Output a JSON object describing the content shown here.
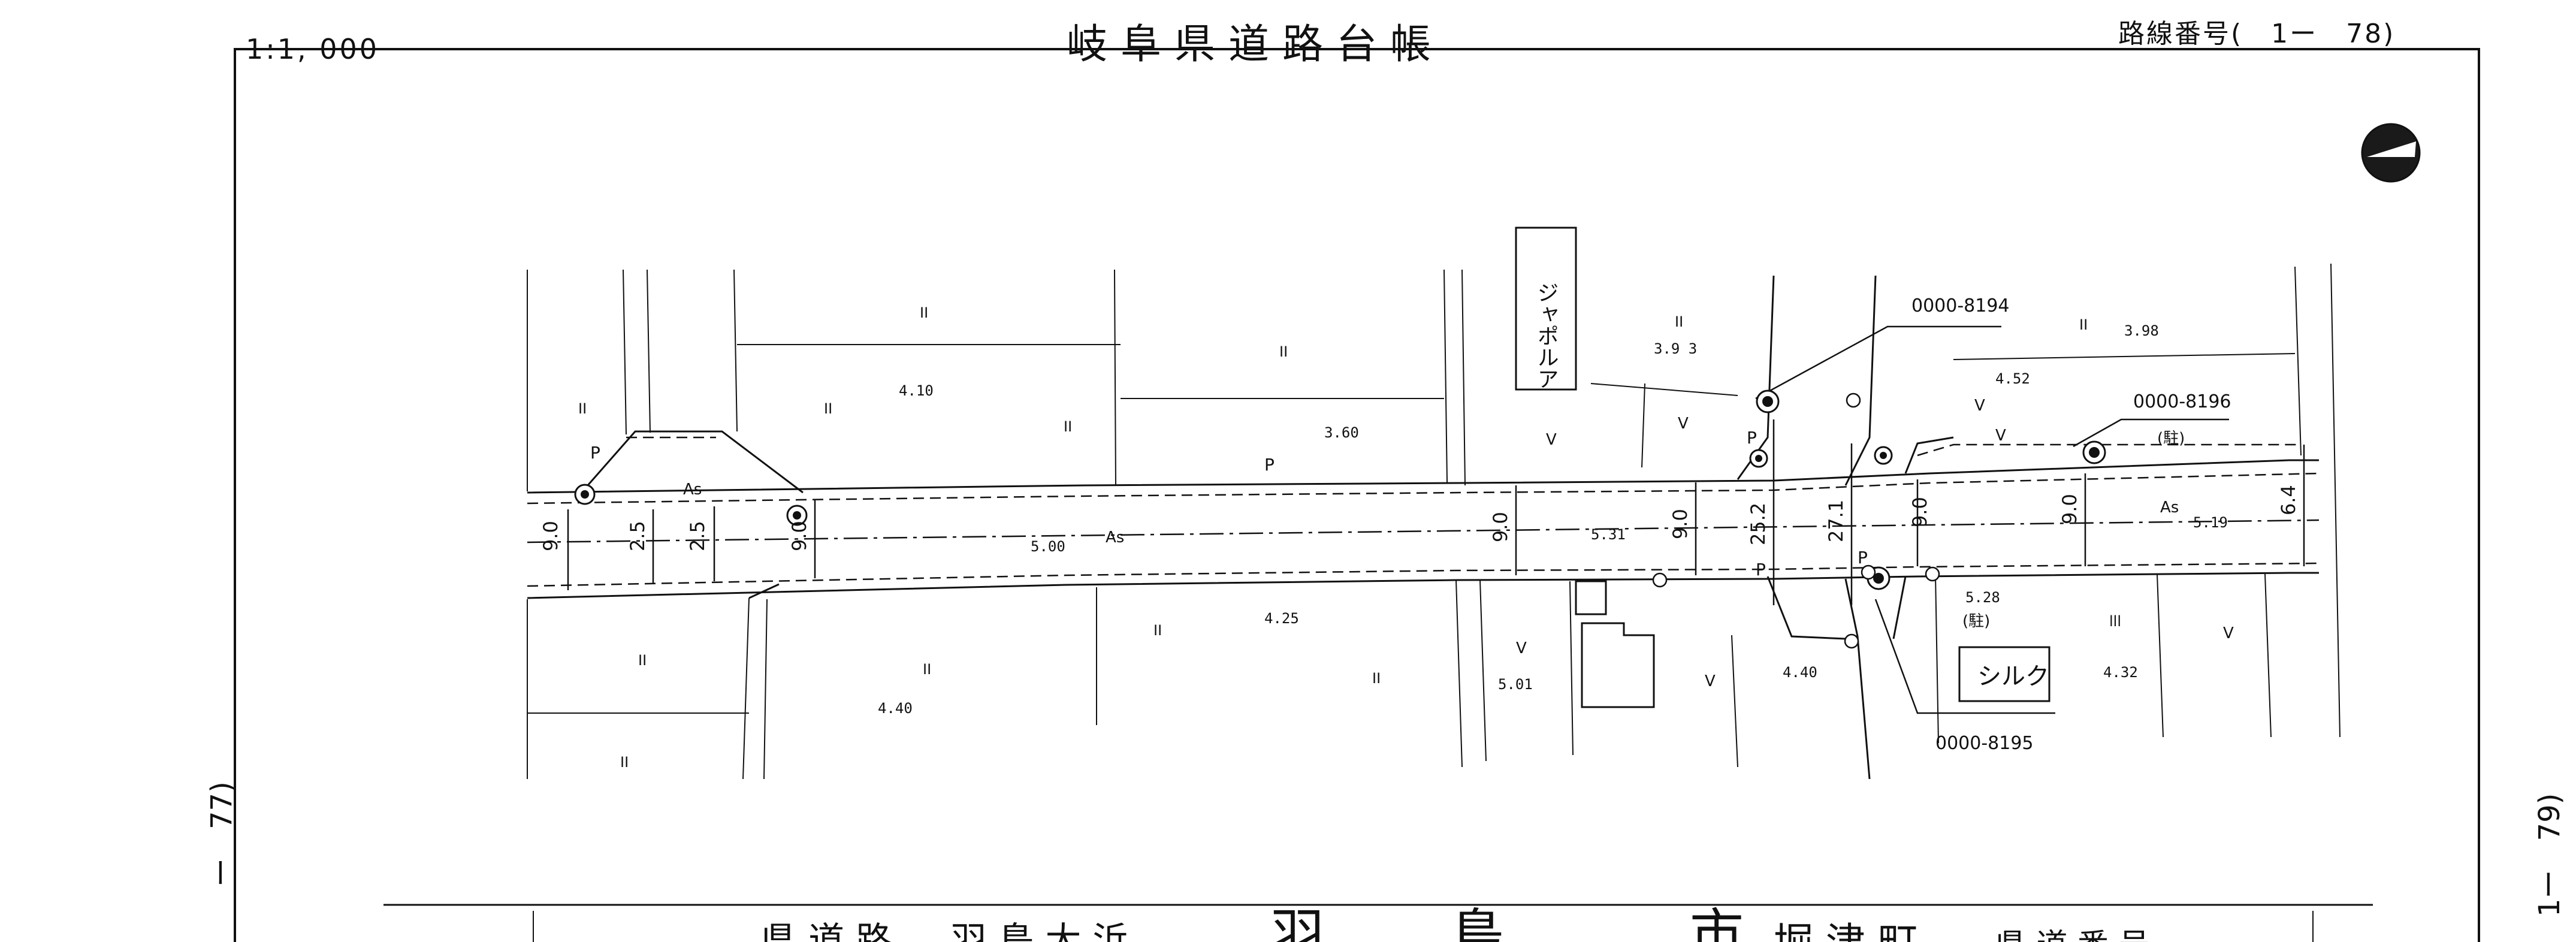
{
  "header": {
    "scale": "1:1, 000",
    "title": "岐阜県道路台帳",
    "route_number": "路線番号(　1ー　78)"
  },
  "side": {
    "left_ref": "ー　77)",
    "right_ref": "1ー　79)"
  },
  "map": {
    "building_names": {
      "jaspol": "ジャポルア",
      "silk": "シルク"
    },
    "parcel_codes": {
      "a": "0000-8194",
      "b": "0000-8196",
      "c": "0000-8195"
    },
    "parking_mark": "(駐)",
    "elevations": [
      {
        "id": "e410",
        "text": "4.10"
      },
      {
        "id": "e360",
        "text": "3.60"
      },
      {
        "id": "e393",
        "text": "3.9 3"
      },
      {
        "id": "e452",
        "text": "4.52"
      },
      {
        "id": "e398",
        "text": "3.98"
      },
      {
        "id": "e500",
        "text": "5.00"
      },
      {
        "id": "e531",
        "text": "5.31"
      },
      {
        "id": "e519",
        "text": "5.19"
      },
      {
        "id": "e425",
        "text": "4.25"
      },
      {
        "id": "e440a",
        "text": "4.40"
      },
      {
        "id": "e501",
        "text": "5.01"
      },
      {
        "id": "e440b",
        "text": "4.40"
      },
      {
        "id": "e528",
        "text": "5.28"
      },
      {
        "id": "e432",
        "text": "4.32"
      }
    ],
    "widths": {
      "w90": "9.0",
      "w25": "2.5",
      "w252": "25.2",
      "w271": "27.1",
      "w64": "6.4"
    },
    "surface": {
      "as": "As"
    },
    "pole": "P",
    "marks": {
      "ii": "II",
      "v": "V",
      "lll": "lll"
    },
    "bottom_title": {
      "chars": [
        "羽",
        "島",
        "市"
      ],
      "town": "堀 津 町",
      "left_text": "県 道 路 　 羽 島 大 浜",
      "right_text": "県 道 番 号"
    }
  }
}
